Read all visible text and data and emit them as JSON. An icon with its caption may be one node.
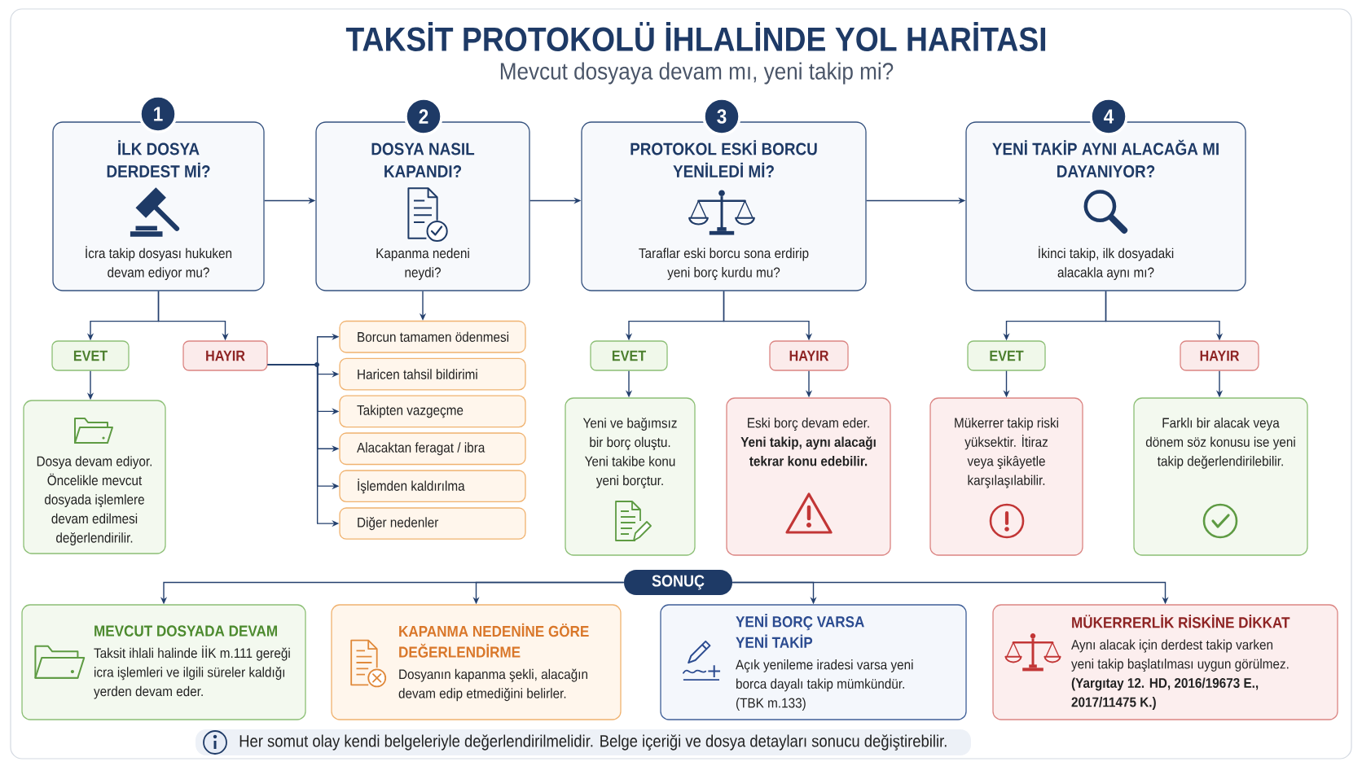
{
  "diagram": {
    "title": "TAKSİT PROTOKOLÜ İHLALİNDE YOL HARİTASI",
    "nodes": [
      {
        "text": [
          "1"
        ]
      },
      {
        "text": [
          "İLK DOSYA DERDEST Mİ?",
          "İcra takip dosyası hukuken devam ediyor mu?"
        ]
      },
      {
        "text": [
          "2"
        ]
      },
      {
        "text": [
          "DOSYA NASIL KAPANDI?",
          "Kapanma nedeni neydi?"
        ]
      },
      {
        "text": [
          "3"
        ]
      },
      {
        "text": [
          "PROTOKOL ESKİ BORCU YENİLEDİ Mİ?",
          "Taraflar eski borcu sona erdirip yeni borç kurdu mu?"
        ]
      },
      {
        "text": [
          "4"
        ]
      },
      {
        "text": [
          "YENİ TAKİP AYNI ALACAĞA MI DAYANIYOR?",
          "İkinci takip, ilk dosyadaki alacakla aynı mı?"
        ]
      },
      {
        "text": [
          "EVET"
        ]
      },
      {
        "text": [
          "HAYIR"
        ]
      },
      {
        "text": [
          "Dosya devam ediyor. Öncelikle mevcut dosyada işlemlere devam edilmesi değerlendirilir."
        ]
      },
      {
        "text": [
          "Borcun tamamen ödenmesi"
        ]
      },
      {
        "text": [
          "Haricen tahsil bildirimi"
        ]
      },
      {
        "text": [
          "Takipten vazgeçme"
        ]
      },
      {
        "text": [
          "Alacaktan feragat / ibra"
        ]
      },
      {
        "text": [
          "İşlemden kaldırılma"
        ]
      },
      {
        "text": [
          "Diğer nedenler"
        ]
      },
      {
        "text": [
          "EVET"
        ]
      },
      {
        "text": [
          "HAYIR"
        ]
      },
      {
        "text": [
          "Yeni ve bağımsız bir borç oluştu. Yeni takibe konu yeni borçtur."
        ]
      },
      {
        "text": [
          "Eski borç devam eder. **Yeni takip, aynı alacağı tekrar konu edebilir.**"
        ]
      },
      {
        "text": [
          "EVET"
        ]
      },
      {
        "text": [
          "HAYIR"
        ]
      },
      {
        "text": [
          "Mükerrer takip riski yüksektir. İtiraz veya şikâyetle karşılaşılabilir."
        ]
      },
      {
        "text": [
          "Farklı bir alacak veya dönem söz konusu ise yeni takip değerlendirilebilir."
        ]
      },
      {
        "text": [
          "SONUÇ"
        ]
      },
      {
        "text": [
          "MEVCUT DOSYADA DEVAM",
          "Taksit ihlali halinde İİK m.111 gereği icra işlemleri ve ilgili süreler kaldığı yerden devam eder."
        ]
      },
      {
        "text": [
          "KAPANMA NEDENİNE GÖRE DEĞERLENDİRME",
          "Dosyanın kapanma şekli, alacağın devam edip etmediğini belirler."
        ]
      },
      {
        "text": [
          "YENİ BORÇ VARSA YENİ TAKİP",
          "Açık yenileme iradesi varsa yeni borca dayalı takip mümkündür.",
          "(TBK m.133)"
        ]
      },
      {
        "text": [
          "MÜKERRERLİK RİSKİNE DİKKAT",
          "Aynı alacak için derdest takip varken yeni takip başlatılması uygun görülmez.",
          "(Yargıtay 12. HD, 2016/19673 E., 2017/11475 K.)"
        ]
      }
    ],
    "edges": [
      {
        "from": 1,
        "to": 3,
        "arrow": "to"
      },
      {
        "from": 3,
        "to": 5,
        "arrow": "to"
      },
      {
        "from": 5,
        "to": 7,
        "arrow": "to"
      },
      {
        "from": 1,
        "to": 8,
        "arrow": "to"
      },
      {
        "from": 1,
        "to": 9,
        "arrow": "to"
      },
      {
        "from": 8,
        "to": 10,
        "arrow": "to"
      },
      {
        "from": 3,
        "to": 11,
        "arrow": "to"
      },
      {
        "from": 9,
        "to": 11,
        "arrow": "to"
      },
      {
        "from": 9,
        "to": 12,
        "arrow": "to"
      },
      {
        "from": 9,
        "to": 13,
        "arrow": "to"
      },
      {
        "from": 9,
        "to": 14,
        "arrow": "to"
      },
      {
        "from": 9,
        "to": 15,
        "arrow": "to"
      },
      {
        "from": 9,
        "to": 16,
        "arrow": "to"
      },
      {
        "from": 5,
        "to": 17,
        "arrow": "to"
      },
      {
        "from": 5,
        "to": 18,
        "arrow": "to"
      },
      {
        "from": 17,
        "to": 19,
        "arrow": "to"
      },
      {
        "from": 18,
        "to": 20,
        "arrow": "to"
      },
      {
        "from": 7,
        "to": 21,
        "arrow": "to"
      },
      {
        "from": 7,
        "to": 22,
        "arrow": "to"
      },
      {
        "from": 21,
        "to": 23,
        "arrow": "to"
      },
      {
        "from": 22,
        "to": 24,
        "arrow": "to"
      },
      {
        "from": 25,
        "to": 26,
        "arrow": "to"
      },
      {
        "from": 25,
        "to": 27,
        "arrow": "to"
      },
      {
        "from": 25,
        "to": 28,
        "arrow": "to"
      },
      {
        "from": 25,
        "to": 29,
        "arrow": "to"
      }
    ],
    "labels": [
      "Mevcut dosyaya devam mı, yeni takip mi?",
      "Her somut olay kendi belgeleriyle değerlendirilmelidir. Belge içeriği ve dosya detayları sonucu değiştirebilir."
    ]
  }
}
